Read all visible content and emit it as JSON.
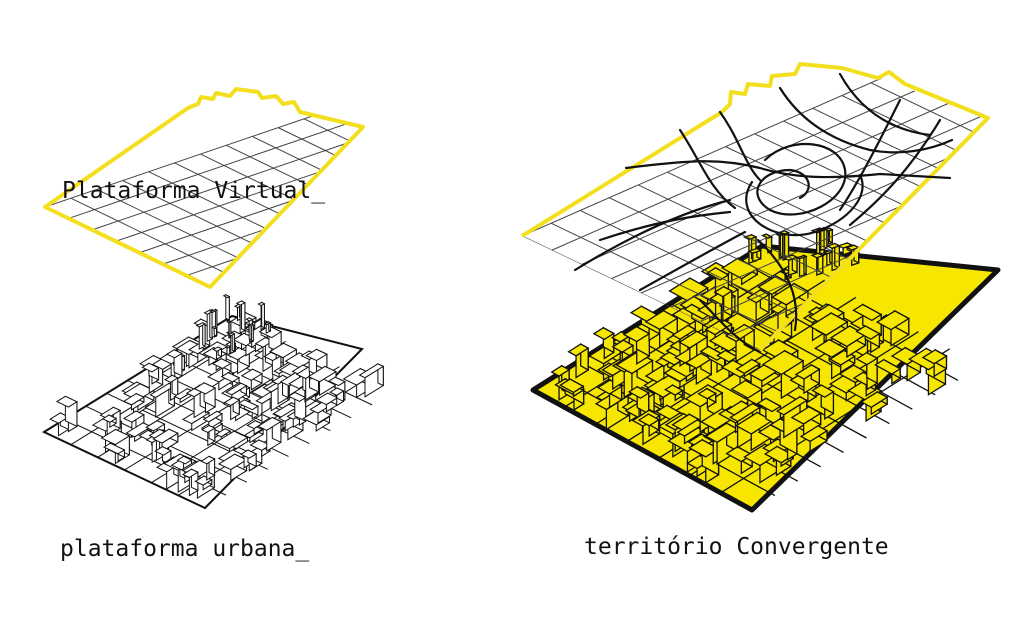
{
  "labels": {
    "virtual": "Plataforma Virtual_",
    "urbana": "plataforma urbana_",
    "territorio": "território Convergente"
  },
  "colors": {
    "accent_yellow": "#f6e600",
    "outline_yellow": "#f3df1e",
    "ink": "#111111",
    "grid": "#333333",
    "background": "#ffffff"
  }
}
